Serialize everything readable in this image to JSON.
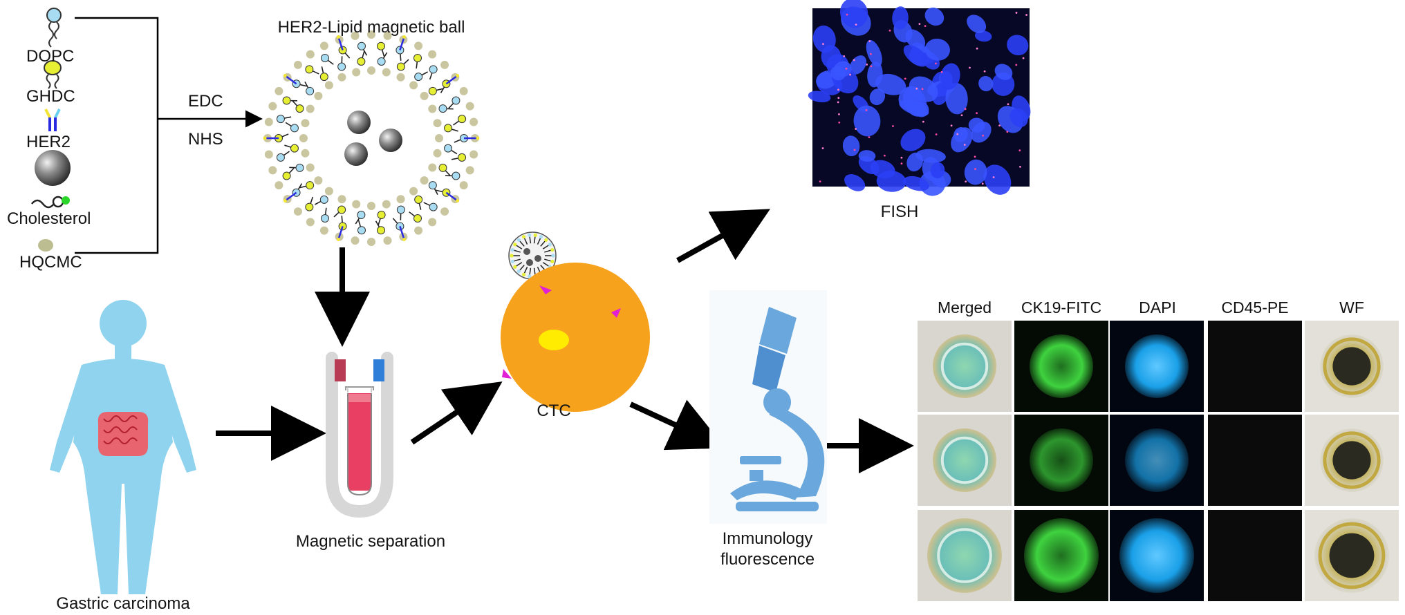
{
  "legend": {
    "dopc": "DOPC",
    "ghdc": "GHDC",
    "her2": "HER2",
    "cholesterol": "Cholesterol",
    "hqcmc": "HQCMC"
  },
  "reagents": {
    "edc": "EDC",
    "nhs": "NHS"
  },
  "ball_title": "HER2-Lipid magnetic ball",
  "patient_label": "Gastric carcinoma",
  "separation_label": "Magnetic separation",
  "ctc_label": "CTC",
  "fish_label": "FISH",
  "if_label_line1": "Immunology",
  "if_label_line2": "fluorescence",
  "panel": {
    "columns": [
      "Merged",
      "CK19-FITC",
      "DAPI",
      "CD45-PE",
      "WF"
    ],
    "rows": 3
  },
  "colors": {
    "body": "#8fd3ee",
    "ctc_cell": "#f7a21c",
    "ctc_nucleus": "#ffec00",
    "tube_liquid": "#e83f63",
    "microscope": "#6aa7dc",
    "fish_bg": "#0a0a30",
    "fish_nuclei": "#2b3ff5"
  }
}
